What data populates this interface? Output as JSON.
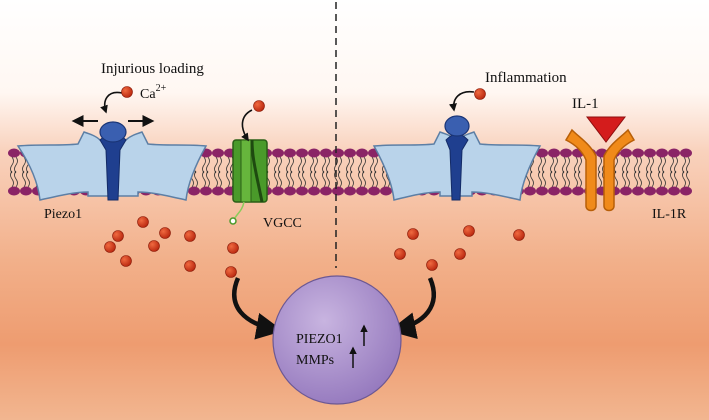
{
  "labels": {
    "injurious_loading": "Injurious loading",
    "ca": "Ca",
    "ca_charge": "2+",
    "inflammation": "Inflammation",
    "il1": "IL-1",
    "piezo1": "Piezo1",
    "vgcc": "VGCC",
    "il1r": "IL-1R",
    "nucleus_line1": "PIEZO1",
    "nucleus_line2": "MMPs"
  },
  "colors": {
    "membrane_head": "#8a2466",
    "piezo_body": "#b9d3ea",
    "piezo_pore": "#1f3f8f",
    "vgcc": "#4a9a2a",
    "il1r": "#f08a1a",
    "il1_ligand": "#d41c1c",
    "calcium": "#d63a1c",
    "nucleus": "#a98fc9"
  }
}
